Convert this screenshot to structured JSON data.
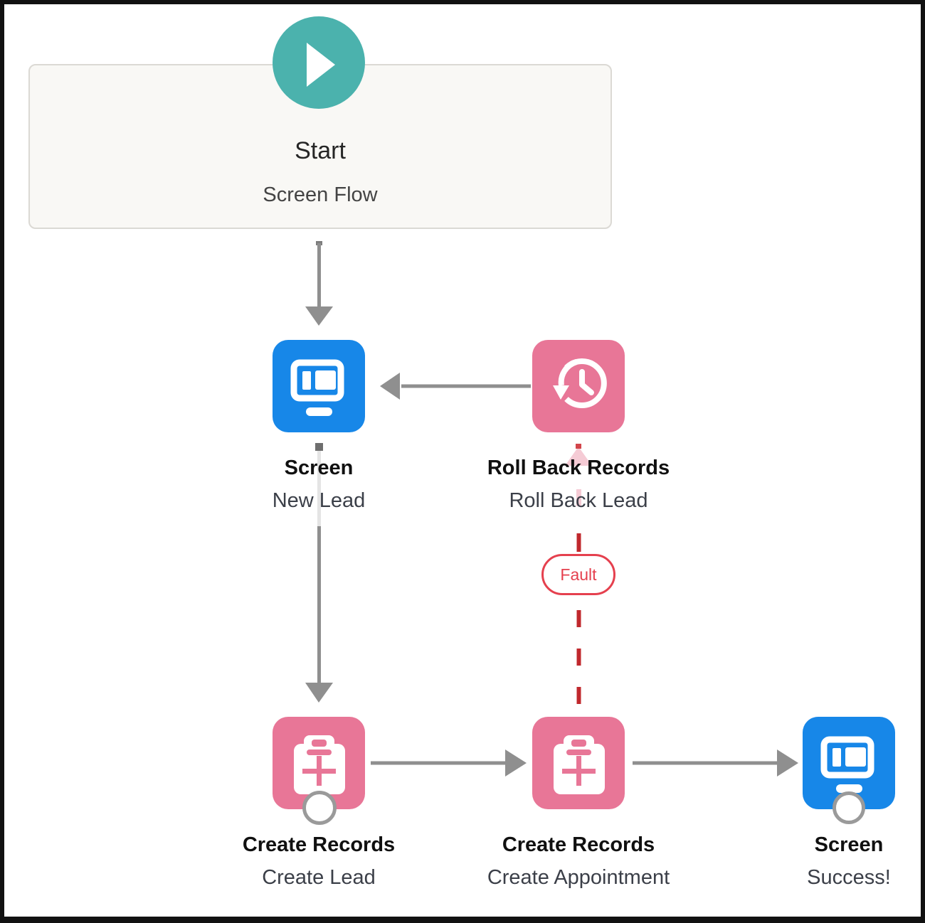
{
  "colors": {
    "screen_blue": "#1787E8",
    "record_pink": "#E87697",
    "start_teal": "#4BB2AD",
    "connector_gray": "#8F8F8F",
    "fault_red": "#C0282D",
    "fault_badge_red": "#E5404E"
  },
  "start": {
    "title": "Start",
    "subtitle": "Screen Flow",
    "icon": "play-icon"
  },
  "nodes": [
    {
      "type_label": "Screen",
      "name": "New Lead",
      "icon": "screen-icon"
    },
    {
      "type_label": "Roll Back Records",
      "name": "Roll Back Lead",
      "icon": "rollback-clock-icon"
    },
    {
      "type_label": "Create Records",
      "name": "Create Lead",
      "icon": "create-records-clipboard-icon"
    },
    {
      "type_label": "Create Records",
      "name": "Create Appointment",
      "icon": "create-records-clipboard-icon"
    },
    {
      "type_label": "Screen",
      "name": "Success!",
      "icon": "screen-icon"
    }
  ],
  "fault_badge": {
    "label": "Fault"
  }
}
